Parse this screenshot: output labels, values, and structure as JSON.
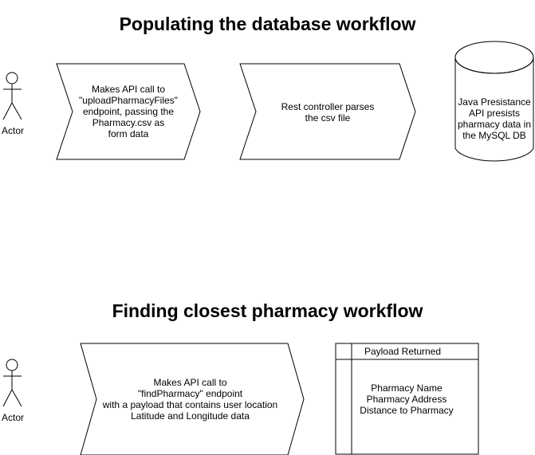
{
  "diagram": {
    "title_populating": "Populating the database workflow",
    "title_finding": "Finding closest pharmacy workflow",
    "actor_label": "Actor",
    "step_upload": {
      "lines": [
        "Makes API call to",
        "\"uploadPharmacyFiles\"",
        "endpoint, passing the",
        "Pharmacy.csv as",
        "form data"
      ]
    },
    "step_parse": {
      "lines": [
        "Rest controller parses",
        "the csv file"
      ]
    },
    "database": {
      "lines": [
        "Java Presistance",
        "API presists",
        "pharmacy data in",
        "the MySQL DB"
      ]
    },
    "step_find": {
      "lines": [
        "Makes API call to",
        "\"findPharmacy\" endpoint",
        "with a payload that contains user location",
        "Latitude and Longitude data"
      ]
    },
    "payload_table": {
      "header": "Payload Returned",
      "lines": [
        "Pharmacy Name",
        "Pharmacy Address",
        "Distance to Pharmacy"
      ]
    }
  },
  "colors": {
    "stroke": "#000000",
    "fill": "#ffffff",
    "text": "#000000"
  }
}
